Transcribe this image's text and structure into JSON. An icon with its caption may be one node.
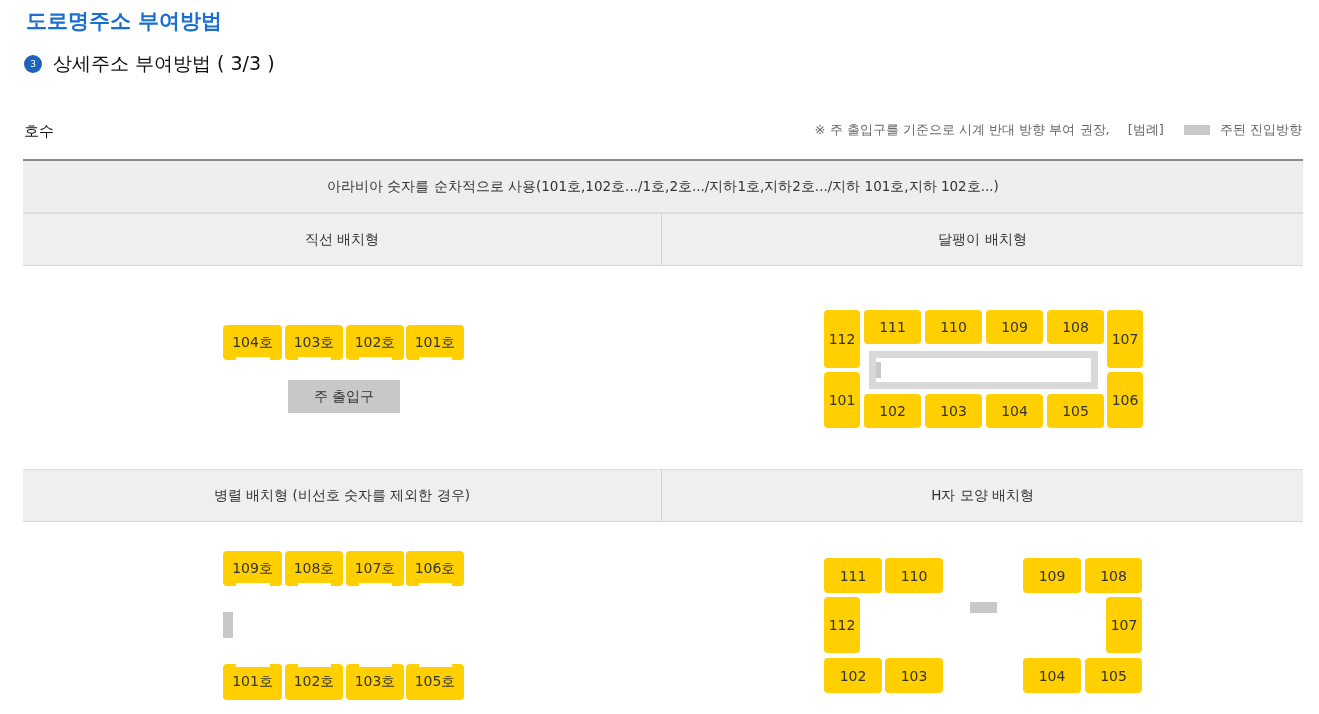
{
  "diagram": {
    "title": "도로명주소 부여방법",
    "nodes": [
      {
        "text": [
          "아라비아 숫자를 순차적으로 사용(101호,102호.../1호,2호.../지하1호,지하2호.../지하 101호,지하 102호...)"
        ]
      },
      {
        "text": [
          "직선 배치형"
        ]
      },
      {
        "text": [
          "104호"
        ],
        "in": 1
      },
      {
        "text": [
          "103호"
        ],
        "in": 1
      },
      {
        "text": [
          "102호"
        ],
        "in": 1
      },
      {
        "text": [
          "101호"
        ],
        "in": 1
      },
      {
        "text": [
          "주 출입구"
        ],
        "in": 1
      },
      {
        "text": [
          "달팽이 배치형"
        ]
      },
      {
        "text": [
          "112"
        ],
        "in": 7
      },
      {
        "text": [
          "111"
        ],
        "in": 7
      },
      {
        "text": [
          "110"
        ],
        "in": 7
      },
      {
        "text": [
          "109"
        ],
        "in": 7
      },
      {
        "text": [
          "108"
        ],
        "in": 7
      },
      {
        "text": [
          "107"
        ],
        "in": 7
      },
      {
        "text": [
          "101"
        ],
        "in": 7
      },
      {
        "text": [
          "102"
        ],
        "in": 7
      },
      {
        "text": [
          "103"
        ],
        "in": 7
      },
      {
        "text": [
          "104"
        ],
        "in": 7
      },
      {
        "text": [
          "105"
        ],
        "in": 7
      },
      {
        "text": [
          "106"
        ],
        "in": 7
      },
      {
        "text": [
          "병렬 배치형 (비선호 숫자를 제외한 경우)"
        ]
      },
      {
        "text": [
          "109호"
        ],
        "in": 20
      },
      {
        "text": [
          "108호"
        ],
        "in": 20
      },
      {
        "text": [
          "107호"
        ],
        "in": 20
      },
      {
        "text": [
          "106호"
        ],
        "in": 20
      },
      {
        "text": [
          "101호"
        ],
        "in": 20
      },
      {
        "text": [
          "102호"
        ],
        "in": 20
      },
      {
        "text": [
          "103호"
        ],
        "in": 20
      },
      {
        "text": [
          "105호"
        ],
        "in": 20
      },
      {
        "text": [
          "H자 모양 배치형"
        ]
      },
      {
        "text": [
          "111"
        ],
        "in": 29
      },
      {
        "text": [
          "110"
        ],
        "in": 29
      },
      {
        "text": [
          "109"
        ],
        "in": 29
      },
      {
        "text": [
          "108"
        ],
        "in": 29
      },
      {
        "text": [
          "112"
        ],
        "in": 29
      },
      {
        "text": [
          "107"
        ],
        "in": 29
      },
      {
        "text": [
          "102"
        ],
        "in": 29
      },
      {
        "text": [
          "103"
        ],
        "in": 29
      },
      {
        "text": [
          "104"
        ],
        "in": 29
      },
      {
        "text": [
          "105"
        ],
        "in": 29
      }
    ],
    "labels": [
      "3",
      "상세주소 부여방법 ( 3/3 )",
      "호수",
      "※ 주 출입구를 기준으로 시계 반대 방향 부여 권장,",
      "[범례]"
    ],
    "legend": [
      {
        "text": "주된 진입방향",
        "color": "#c8c8c8"
      }
    ]
  }
}
